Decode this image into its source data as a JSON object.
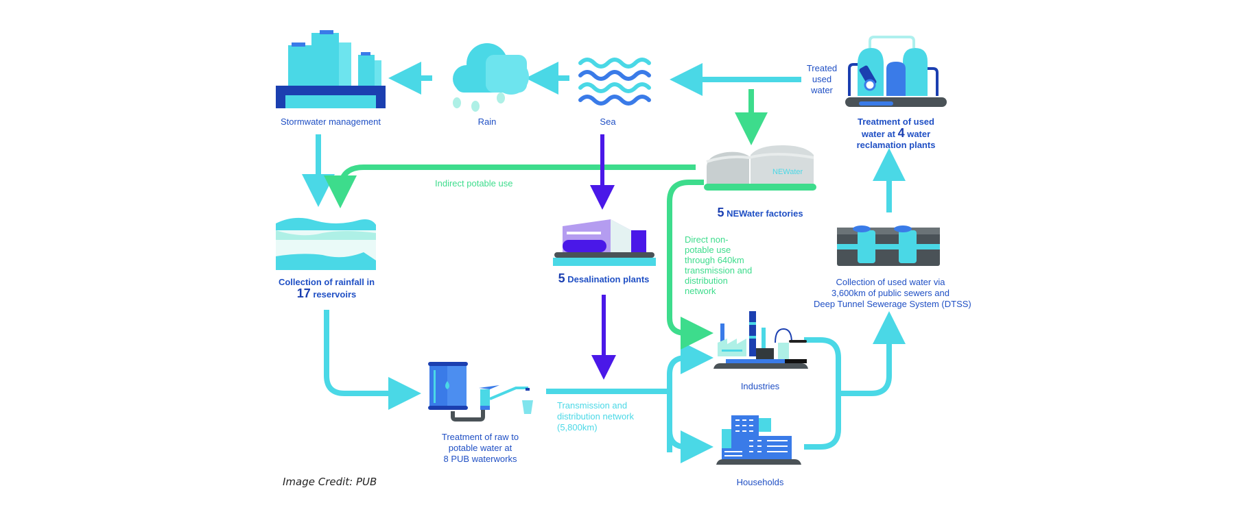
{
  "colors": {
    "cyan_flow": "#4ad8e6",
    "green_flow": "#3ddc8c",
    "purple_flow": "#4a18e8",
    "label_blue": "#1f4fc4",
    "dark_grey": "#4a5257"
  },
  "nodes": {
    "stormwater": {
      "label": "Stormwater management"
    },
    "rain": {
      "label": "Rain"
    },
    "sea": {
      "label": "Sea"
    },
    "treated_used_water": {
      "label_lines": [
        "Treated",
        "used",
        "water"
      ]
    },
    "reclamation": {
      "line1": "Treatment of used",
      "line2_pre": "water at ",
      "line2_num": "4",
      "line2_post": " water",
      "line3": "reclamation plants"
    },
    "reservoirs": {
      "line1": "Collection of rainfall in",
      "num": "17",
      "line2_post": " reservoirs"
    },
    "desalination": {
      "num": "5",
      "label": " Desalination plants"
    },
    "newater": {
      "num": "5",
      "label": " NEWater factories",
      "tank_text": "NEWater"
    },
    "used_water_collection": {
      "line1": "Collection of used water via",
      "line2": "3,600km of public sewers and",
      "line3": "Deep Tunnel Sewerage System (DTSS)"
    },
    "waterworks": {
      "line1": "Treatment of raw to",
      "line2": "potable water at",
      "line3": "8 PUB waterworks"
    },
    "industries": {
      "label": "Industries"
    },
    "households": {
      "label": "Households"
    }
  },
  "flows": {
    "indirect_potable": {
      "label": "Indirect potable use"
    },
    "direct_non_potable": {
      "lines": [
        "Direct non-",
        "potable use",
        "through 640km",
        "transmission and",
        "distribution",
        "network"
      ]
    },
    "transmission": {
      "lines": [
        "Transmission and",
        "distribution network",
        "(5,800km)"
      ]
    }
  },
  "credit": "Image Credit: PUB"
}
